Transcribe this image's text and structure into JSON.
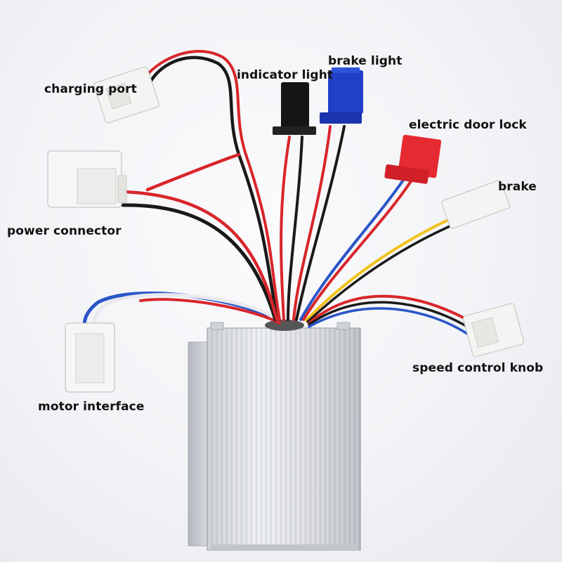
{
  "labels": {
    "charging_port": "charging port",
    "indicator_light": "indicator light",
    "brake_light": "brake light",
    "electric_door_lock": "electric door lock",
    "brake": "brake",
    "power_connector": "power connector",
    "speed_control_knob": "speed control knob",
    "motor_interface": "motor interface"
  },
  "colors": {
    "background": "#f2f3f6",
    "controller_body": "#d9dbe0",
    "wire_red": "#d8262b",
    "wire_black": "#1a1a1a",
    "wire_blue": "#2a55c8",
    "wire_yellow": "#f0c21a",
    "connector_white": "#f4f4f2",
    "connector_black": "#151515",
    "connector_blue": "#2140c8",
    "connector_red": "#e62a32"
  }
}
